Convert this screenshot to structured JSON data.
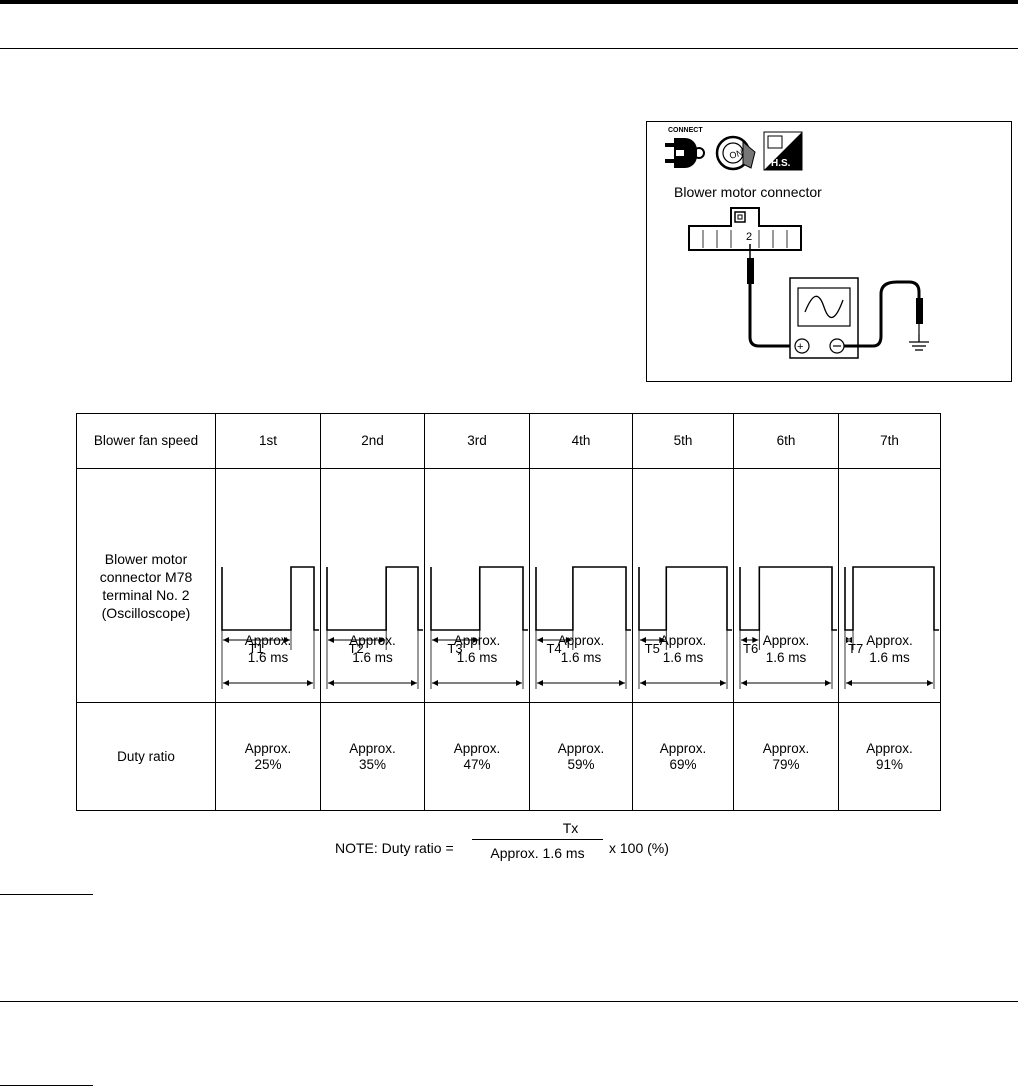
{
  "figure": {
    "icon_connect_label": "CONNECT",
    "icon_key_label": "ON",
    "icon_hs_label": "H.S.",
    "caption": "Blower motor connector",
    "pin_number": "2"
  },
  "table": {
    "header_label": "Blower fan speed",
    "waveform_label": [
      "Blower motor",
      "connector M78",
      "terminal No. 2",
      "(Oscilloscope)"
    ],
    "duty_label": "Duty ratio",
    "columns": [
      {
        "speed": "1st",
        "t_label": "T1",
        "period_a": "Approx.",
        "period_b": "1.6 ms",
        "duty_a": "Approx.",
        "duty_b": "25%",
        "duty_value": 25
      },
      {
        "speed": "2nd",
        "t_label": "T2",
        "period_a": "Approx.",
        "period_b": "1.6 ms",
        "duty_a": "Approx.",
        "duty_b": "35%",
        "duty_value": 35
      },
      {
        "speed": "3rd",
        "t_label": "T3",
        "period_a": "Approx.",
        "period_b": "1.6 ms",
        "duty_a": "Approx.",
        "duty_b": "47%",
        "duty_value": 47
      },
      {
        "speed": "4th",
        "t_label": "T4",
        "period_a": "Approx.",
        "period_b": "1.6 ms",
        "duty_a": "Approx.",
        "duty_b": "59%",
        "duty_value": 59
      },
      {
        "speed": "5th",
        "t_label": "T5",
        "period_a": "Approx.",
        "period_b": "1.6 ms",
        "duty_a": "Approx.",
        "duty_b": "69%",
        "duty_value": 69
      },
      {
        "speed": "6th",
        "t_label": "T6",
        "period_a": "Approx.",
        "period_b": "1.6 ms",
        "duty_a": "Approx.",
        "duty_b": "79%",
        "duty_value": 79
      },
      {
        "speed": "7th",
        "t_label": "T7",
        "period_a": "Approx.",
        "period_b": "1.6 ms",
        "duty_a": "Approx.",
        "duty_b": "91%",
        "duty_value": 91
      }
    ]
  },
  "note": {
    "lead": "NOTE: Duty ratio =",
    "numerator": "Tx",
    "denominator": "Approx. 1.6 ms",
    "tail": "x 100 (%)"
  }
}
